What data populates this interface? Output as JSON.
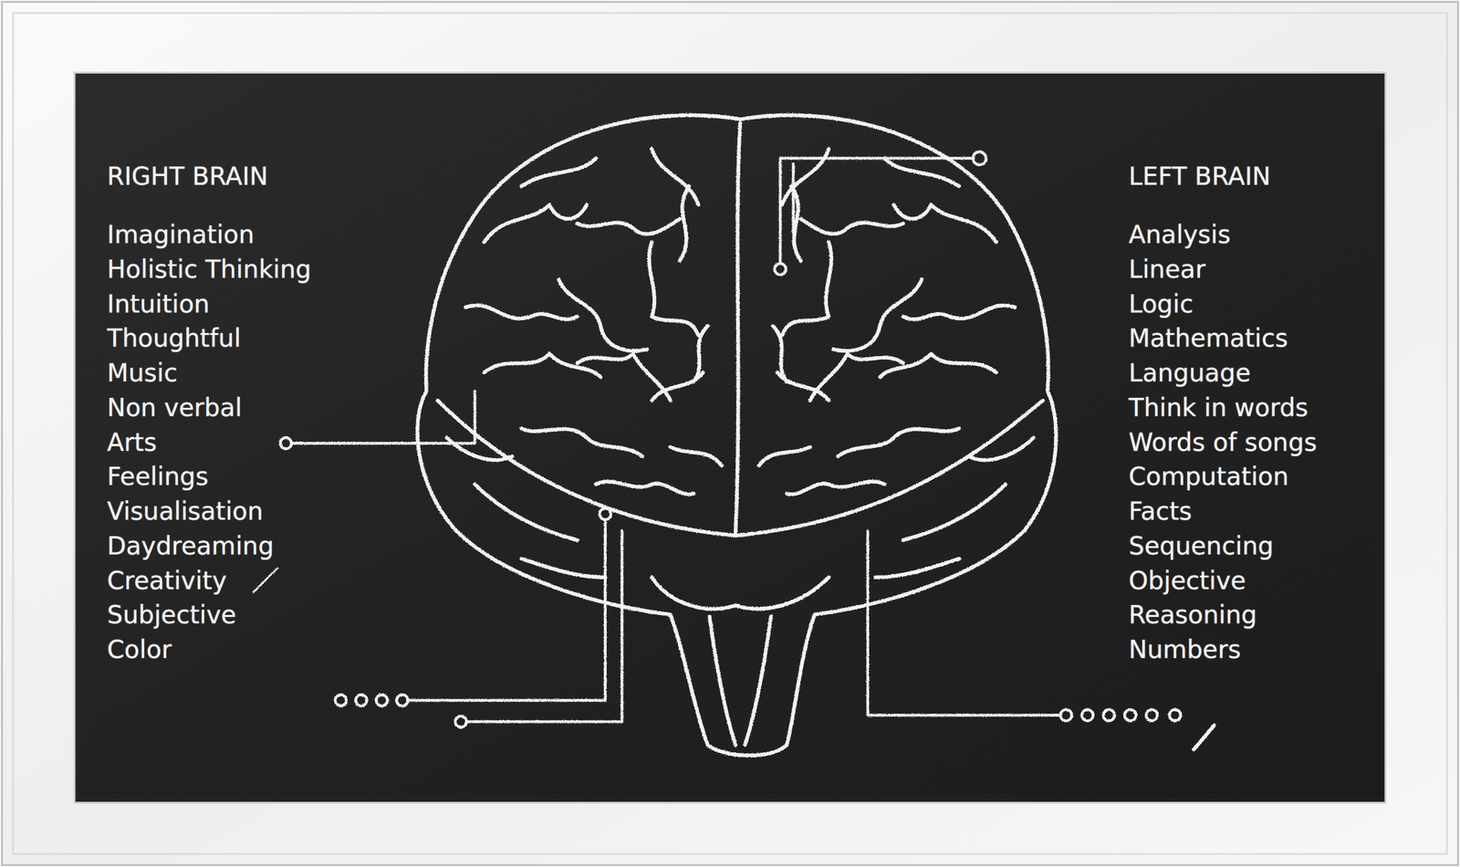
{
  "diagram": {
    "labels": [
      "RIGHT BRAIN",
      "Imagination",
      "Holistic Thinking",
      "Intuition",
      "Thoughtful",
      "Music",
      "Non verbal",
      "Arts",
      "Feelings",
      "Visualisation",
      "Daydreaming",
      "Creativity",
      "Subjective",
      "Color",
      "LEFT BRAIN",
      "Analysis",
      "Linear",
      "Logic",
      "Mathematics",
      "Language",
      "Think in words",
      "Words of songs",
      "Computation",
      "Facts",
      "Sequencing",
      "Objective",
      "Reasoning",
      "Numbers"
    ]
  }
}
